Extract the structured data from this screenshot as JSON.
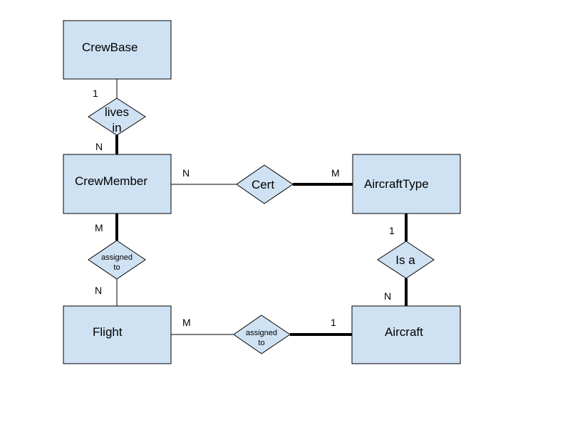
{
  "entities": {
    "crewbase": "CrewBase",
    "crewmember": "CrewMember",
    "flight": "Flight",
    "aircrafttype": "AircraftType",
    "aircraft": "Aircraft"
  },
  "relationships": {
    "lives_in": [
      "lives",
      "in"
    ],
    "assigned_to_left": [
      "assigned",
      "to"
    ],
    "cert": "Cert",
    "is_a": "Is a",
    "assigned_to_bottom": [
      "assigned",
      "to"
    ]
  },
  "cardinalities": {
    "crewbase_lives": "1",
    "lives_crewmember": "N",
    "crewmember_cert": "N",
    "cert_aircrafttype": "M",
    "crewmember_assigned": "M",
    "assigned_flight": "N",
    "aircrafttype_isa": "1",
    "isa_aircraft": "N",
    "flight_assigned": "M",
    "assigned_aircraft": "1"
  },
  "colors": {
    "fill": "#cfe2f3",
    "stroke": "#000000"
  }
}
